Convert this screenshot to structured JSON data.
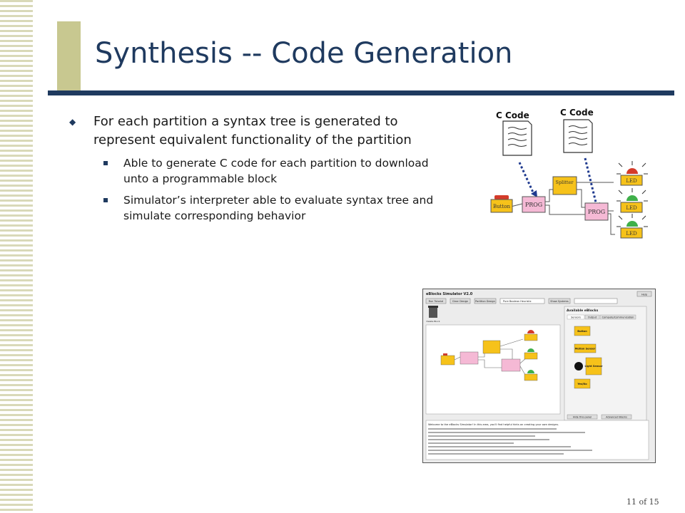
{
  "slide": {
    "title": "Synthesis -- Code Generation",
    "bullet_main": "For each partition a syntax tree is generated to represent equivalent functionality of the partition",
    "sub_bullets": [
      "Able to generate C code for each partition to download unto a programmable block",
      "Simulator’s interpreter able to evaluate syntax tree and simulate corresponding behavior"
    ],
    "page_number": "11 of 15"
  },
  "diagram": {
    "c_code_label_1": "C Code",
    "c_code_label_2": "C Code",
    "button": "Button",
    "prog_1": "PROG",
    "prog_2": "PROG",
    "splitter": "Splitter",
    "led_1": "LED",
    "led_2": "LED",
    "led_3": "LED"
  },
  "simulator": {
    "title": "eBlocks Simulator V2.0",
    "help": "Help",
    "toolbar": [
      "Run Tutorial",
      "Clear Design",
      "Partition Design",
      "Pure Boolean Heuristic",
      "Show Systems"
    ],
    "trash_label": "Delete Block",
    "panel_title": "Available eBlocks",
    "tabs": [
      "Sensors",
      "Output",
      "Compute/Communication"
    ],
    "blocks": [
      "Button",
      "Motion Sensor",
      "Light Sensor",
      "Yes/No"
    ],
    "panel_buttons": [
      "Hide this panel",
      "Advanced Blocks"
    ],
    "help_text": "Welcome to the eBlocks Simulator! In this area, you'll find helpful hints on creating your own designs."
  }
}
